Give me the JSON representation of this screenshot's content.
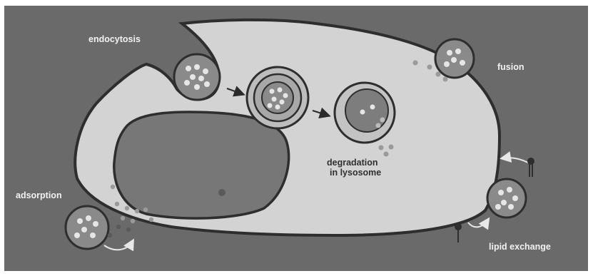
{
  "labels": {
    "endocytosis": "endocytosis",
    "fusion": "fusion",
    "degradation_line1": "degradation",
    "degradation_line2": "in lysosome",
    "adsorption": "adsorption",
    "lipid_exchange": "lipid exchange"
  },
  "colors": {
    "background": "#6a6a6a",
    "cytoplasm": "#d3d3d3",
    "nucleus": "#757575",
    "vesicle": "#8a8a8a",
    "particle": "#e6e6e6",
    "outline": "#2e2e2e"
  }
}
